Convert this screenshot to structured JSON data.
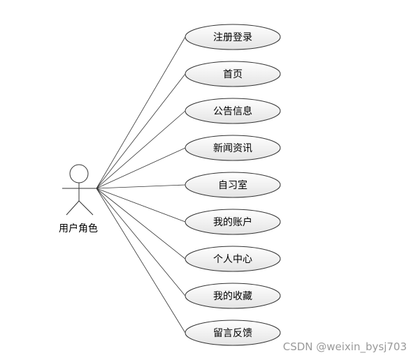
{
  "actor": {
    "label": "用户角色"
  },
  "use_cases": [
    {
      "label": "注册登录"
    },
    {
      "label": "首页"
    },
    {
      "label": "公告信息"
    },
    {
      "label": "新闻资讯"
    },
    {
      "label": "自习室"
    },
    {
      "label": "我的账户"
    },
    {
      "label": "个人中心"
    },
    {
      "label": "我的收藏"
    },
    {
      "label": "留言反馈"
    }
  ],
  "watermark": "CSDN @weixin_bysj703",
  "colors": {
    "stroke": "#333333",
    "ellipse_fill_top": "#ffffff",
    "ellipse_fill_bottom": "#e6e6e6",
    "watermark": "#9a9a9a"
  }
}
